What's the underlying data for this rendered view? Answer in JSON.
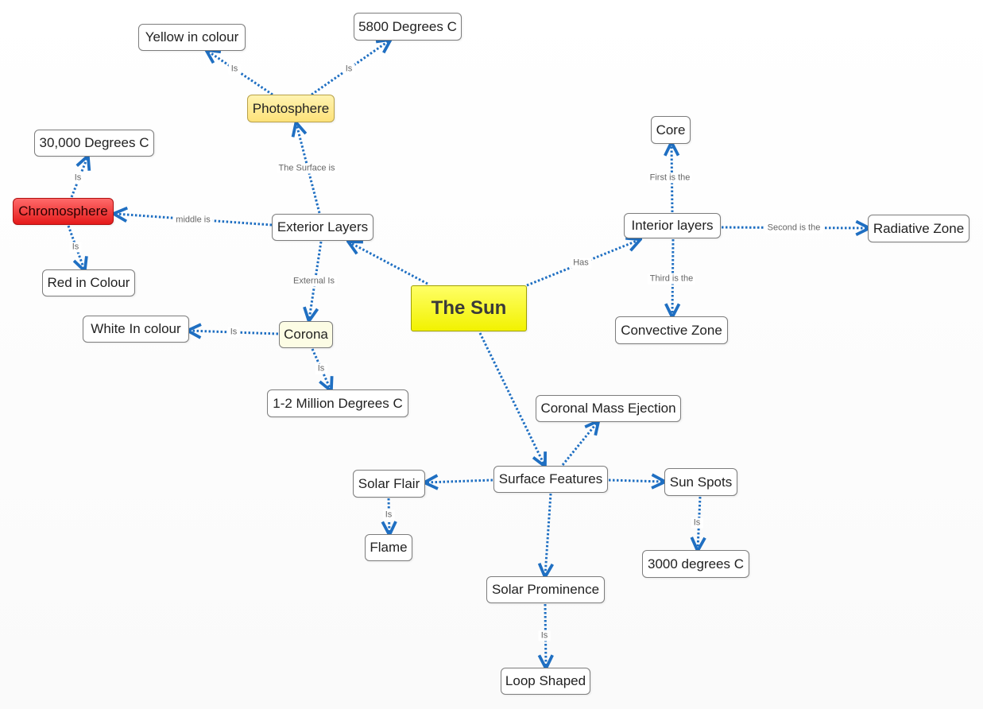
{
  "colors": {
    "edge": "#1f6fc2",
    "root_fill": "#ffff33",
    "photosphere_fill": "#fde27a",
    "chromosphere_fill": "#e83030",
    "corona_fill": "#fcfce4",
    "node_border": "#7d7d7d"
  },
  "nodes": {
    "sun": "The Sun",
    "exterior": "Exterior Layers",
    "interior": "Interior layers",
    "photosphere": "Photosphere",
    "yellow": "Yellow in colour",
    "temp5800": "5800 Degrees C",
    "chromosphere": "Chromosphere",
    "temp30000": "30,000 Degrees C",
    "red": "Red in Colour",
    "corona": "Corona",
    "white": "White In colour",
    "million": "1-2 Million Degrees C",
    "core": "Core",
    "radiative": "Radiative Zone",
    "convective": "Convective Zone",
    "surface": "Surface Features",
    "cme": "Coronal Mass Ejection",
    "flair": "Solar Flair",
    "flame": "Flame",
    "sunspots": "Sun Spots",
    "temp3000": "3000 degrees C",
    "prominence": "Solar Prominence",
    "loop": "Loop Shaped"
  },
  "labels": {
    "surface_is": "The Surface is",
    "middle_is": "middle is",
    "external_is": "External Is",
    "is_yellow": "Is",
    "is_5800": "Is",
    "is_30000": "Is",
    "is_red": "Is",
    "is_white": "Is",
    "is_million": "Is",
    "has": "Has",
    "first_is": "First is the",
    "second_is": "Second is the",
    "third_is": "Third is the",
    "is_flame": "Is",
    "is_3000": "Is",
    "is_loop": "Is"
  }
}
